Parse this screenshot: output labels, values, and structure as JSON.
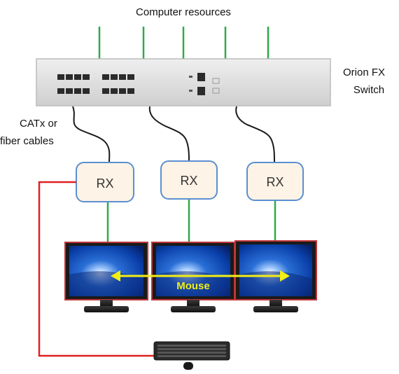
{
  "labels": {
    "computer_resources": "Computer resources",
    "switch_line1": "Orion FX",
    "switch_line2": "Switch",
    "cables_line1": "CATx or",
    "cables_line2": "fiber cables",
    "mouse": "Mouse"
  },
  "receivers": [
    {
      "label": "RX"
    },
    {
      "label": "RX"
    },
    {
      "label": "RX"
    }
  ],
  "colors": {
    "uplink_green": "#2eaa4a",
    "keyboard_cable_red": "#e02020",
    "rx_border": "#5b8fcf",
    "rx_fill": "#fdf3e6",
    "switch_fill": "#dcdcdc",
    "mouse_arrow": "#f2ee16",
    "mouse_text": "#f2ee16",
    "monitor_frame": "#c0353a",
    "screen_blue": "#0a3fa8"
  },
  "icons": {
    "switch": "network-switch-icon",
    "receiver": "rx-receiver-box",
    "monitor": "monitor-icon",
    "keyboard": "keyboard-icon"
  }
}
